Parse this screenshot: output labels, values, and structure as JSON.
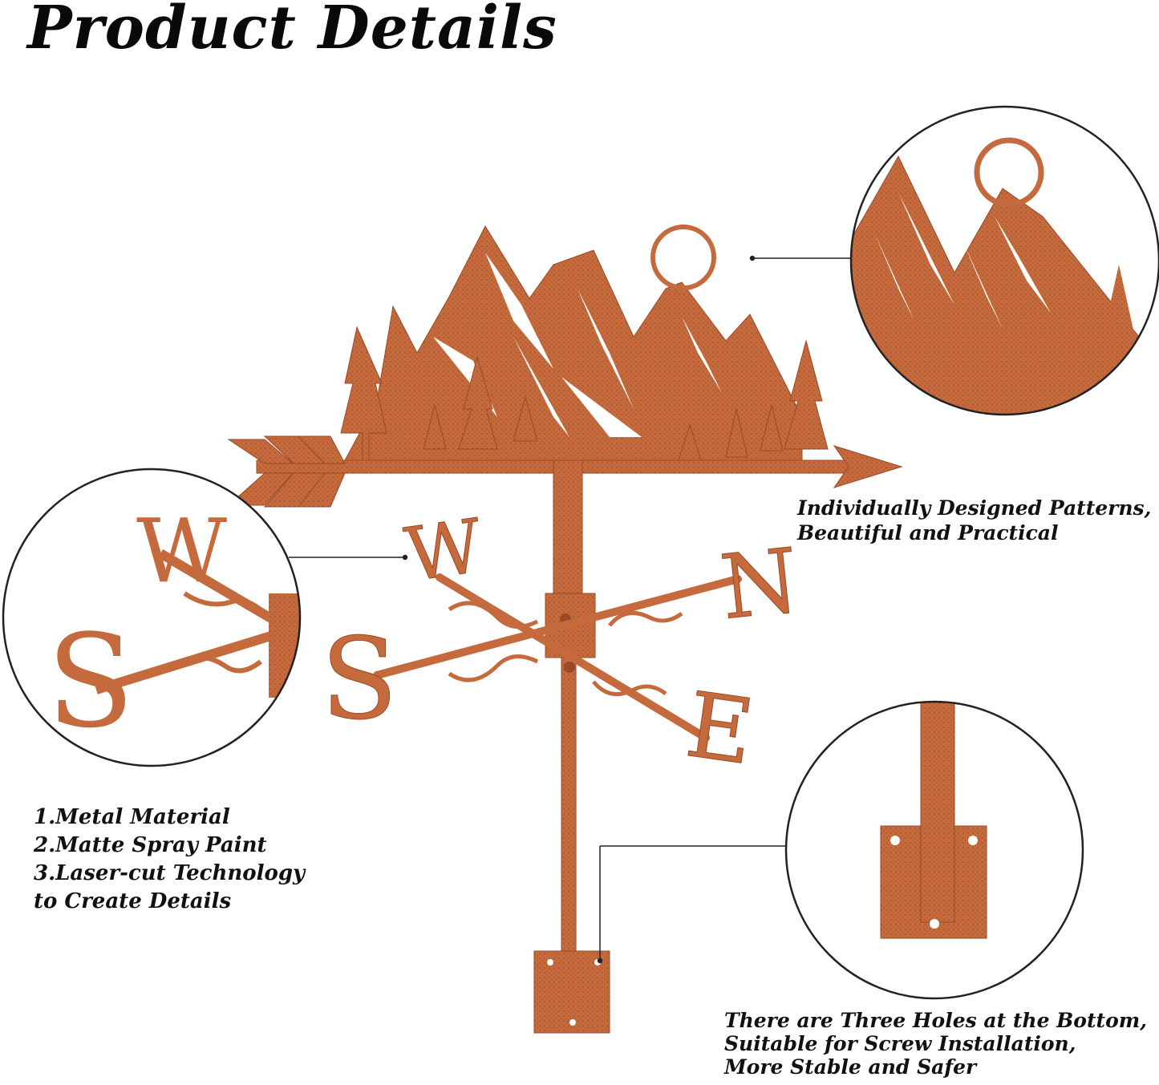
{
  "page": {
    "title": "Product Details"
  },
  "captions": {
    "patterns": [
      "Individually Designed Patterns,",
      "Beautiful and Practical"
    ],
    "material": [
      "1.Metal Material",
      "2.Matte Spray Paint",
      "3.Laser-cut Technology",
      "to Create Details"
    ],
    "holes": [
      "There are Three Holes at the Bottom,",
      "Suitable for Screw Installation,",
      "More Stable and Safer"
    ]
  },
  "compass": {
    "north": "N",
    "south": "S",
    "east": "E",
    "west": "W"
  },
  "colors": {
    "metal": "#c56a3c",
    "metal_dark": "#9a4a26",
    "text": "#111111",
    "background": "#ffffff"
  }
}
